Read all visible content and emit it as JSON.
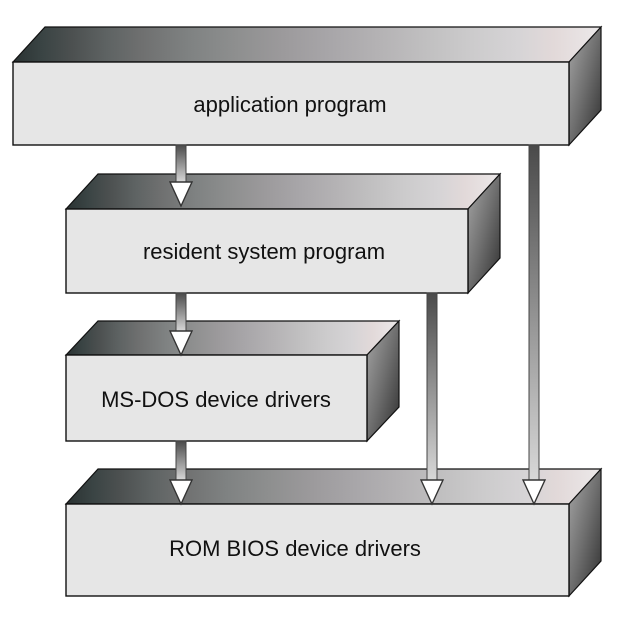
{
  "layers": {
    "application": {
      "label": "application program"
    },
    "resident": {
      "label": "resident system program"
    },
    "msdos": {
      "label": "MS-DOS device drivers"
    },
    "rombios": {
      "label": "ROM BIOS device drivers"
    }
  },
  "colors": {
    "front_face": "#e6e6e6",
    "outline": "#111111",
    "gradient_dark": "#2f3a3a",
    "gradient_light": "#e8e6e6",
    "side_dark": "#3a3a3a",
    "side_light": "#9a9a9a"
  },
  "arrows": [
    {
      "from": "application",
      "to": "resident"
    },
    {
      "from": "resident",
      "to": "msdos"
    },
    {
      "from": "msdos",
      "to": "rombios"
    },
    {
      "from": "resident",
      "to": "rombios"
    },
    {
      "from": "application",
      "to": "rombios"
    }
  ]
}
